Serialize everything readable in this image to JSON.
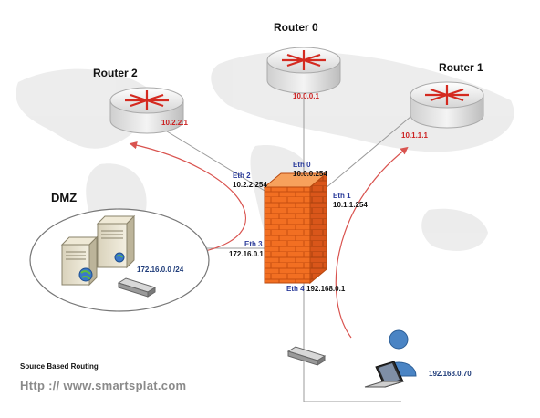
{
  "routers": [
    {
      "name": "Router 0",
      "ip": "10.0.0.1"
    },
    {
      "name": "Router 1",
      "ip": "10.1.1.1"
    },
    {
      "name": "Router 2",
      "ip": "10.2.2.1"
    }
  ],
  "firewall": {
    "interfaces": [
      {
        "eth": "Eth 0",
        "ip": "10.0.0.254"
      },
      {
        "eth": "Eth 1",
        "ip": "10.1.1.254"
      },
      {
        "eth": "Eth 2",
        "ip": "10.2.2.254"
      },
      {
        "eth": "Eth 3",
        "ip": "172.16.0.1"
      },
      {
        "eth": "Eth 4",
        "ip": "192.168.0.1"
      }
    ]
  },
  "dmz": {
    "title": "DMZ",
    "network": "172.16.0.0 /24"
  },
  "client": {
    "ip": "192.168.0.70"
  },
  "caption": "Source Based Routing",
  "url": "Http :// www.smartsplat.com",
  "colors": {
    "route_arrow": "#d9534f",
    "firewall": "#f06a20",
    "ip_red": "#cc2222",
    "eth_blue": "#2a3b9a"
  },
  "icons": [
    "router-icon",
    "firewall-icon",
    "server-icon",
    "globe-icon",
    "switch-icon",
    "user-icon",
    "laptop-icon"
  ]
}
